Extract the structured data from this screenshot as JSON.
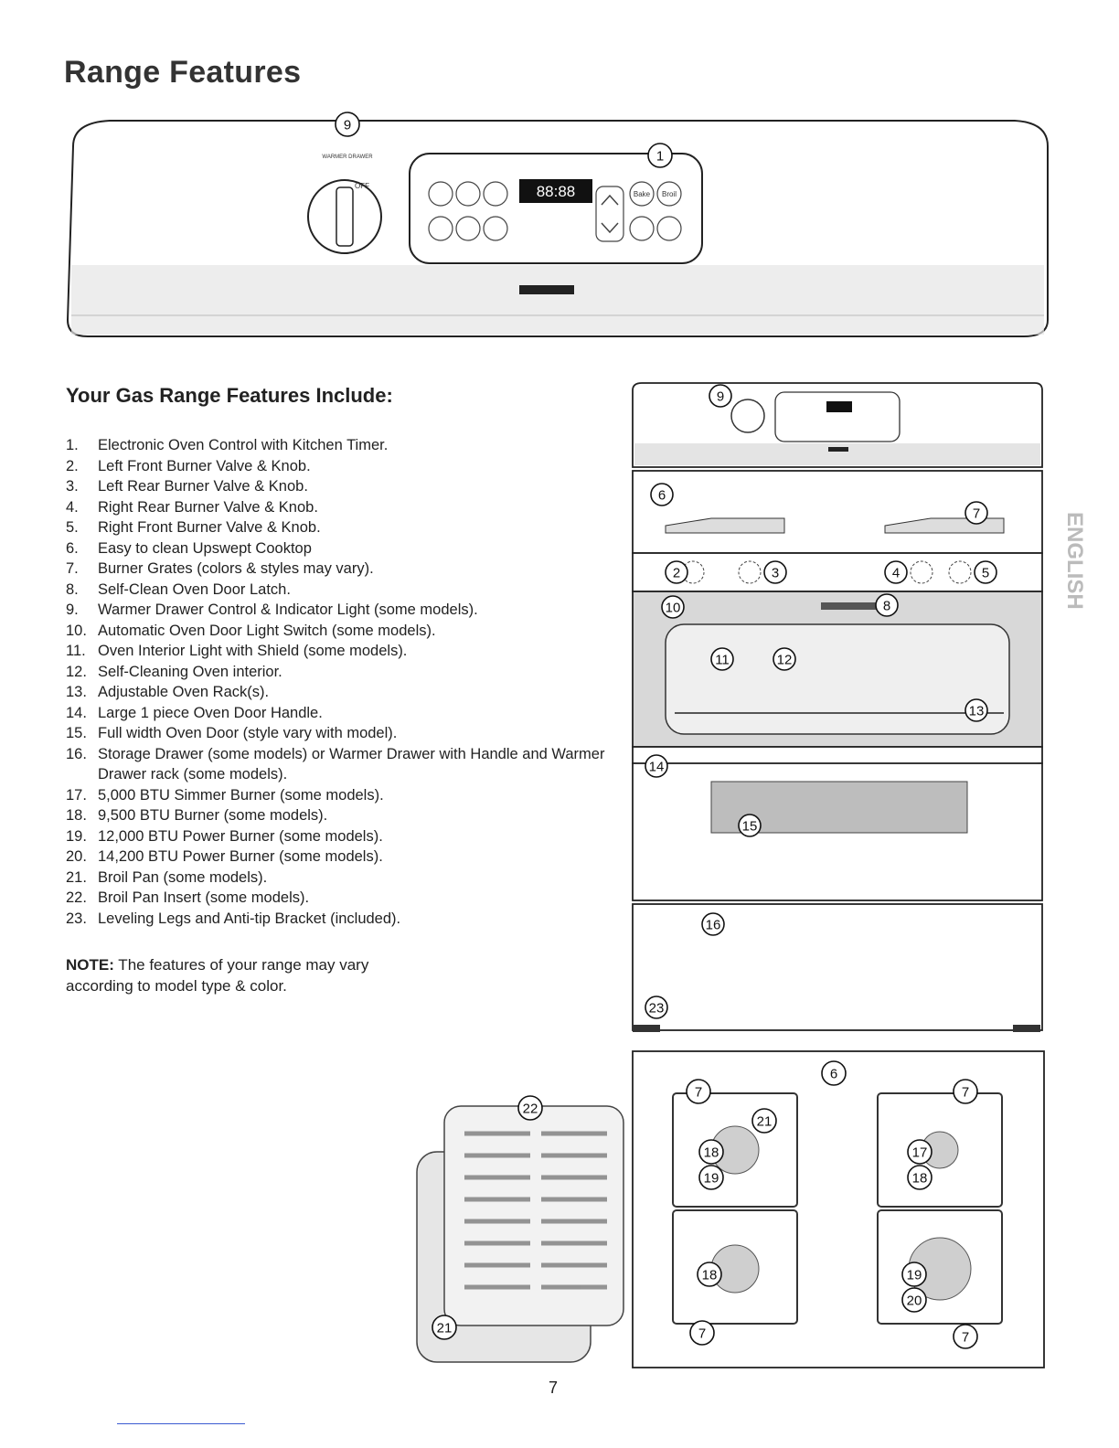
{
  "title": "Range Features",
  "section_heading": "Your Gas Range Features Include:",
  "features": [
    {
      "num": "1.",
      "text": "Electronic Oven Control with Kitchen Timer."
    },
    {
      "num": "2.",
      "text": "Left Front Burner Valve & Knob."
    },
    {
      "num": "3.",
      "text": "Left Rear Burner Valve & Knob."
    },
    {
      "num": "4.",
      "text": "Right Rear Burner Valve & Knob."
    },
    {
      "num": "5.",
      "text": "Right Front Burner Valve & Knob."
    },
    {
      "num": "6.",
      "text": "Easy to clean Upswept Cooktop"
    },
    {
      "num": "7.",
      "text": "Burner Grates (colors & styles may vary)."
    },
    {
      "num": "8.",
      "text": "Self-Clean Oven Door Latch."
    },
    {
      "num": "9.",
      "text": "Warmer Drawer Control & Indicator Light (some models)."
    },
    {
      "num": "10.",
      "text": "Automatic Oven Door Light Switch (some models)."
    },
    {
      "num": "11.",
      "text": "Oven Interior Light with Shield (some models)."
    },
    {
      "num": "12.",
      "text": "Self-Cleaning Oven interior."
    },
    {
      "num": "13.",
      "text": "Adjustable Oven Rack(s)."
    },
    {
      "num": "14.",
      "text": "Large 1 piece Oven Door Handle."
    },
    {
      "num": "15.",
      "text": "Full width Oven Door (style vary with model)."
    },
    {
      "num": "16.",
      "text": "Storage Drawer (some models) or Warmer Drawer with Handle and Warmer Drawer rack (some models)."
    },
    {
      "num": "17.",
      "text": "5,000 BTU Simmer Burner (some models)."
    },
    {
      "num": "18.",
      "text": "9,500 BTU Burner (some models)."
    },
    {
      "num": "19.",
      "text": "12,000 BTU Power Burner (some models)."
    },
    {
      "num": "20.",
      "text": "14,200 BTU Power Burner (some models)."
    },
    {
      "num": "21.",
      "text": "Broil Pan (some models)."
    },
    {
      "num": "22.",
      "text": "Broil Pan Insert (some models)."
    },
    {
      "num": "23.",
      "text": "Leveling Legs and Anti-tip Bracket (included)."
    }
  ],
  "note": {
    "label": "NOTE:",
    "text": " The features of your range may vary according to model type & color."
  },
  "page_number": "7",
  "side_label": "ENGLISH",
  "panel": {
    "drawer_label": "WARMER DRAWER",
    "knob_off": "OFF",
    "display": "88:88",
    "btn_bake": "Bake",
    "btn_broil": "Broil"
  },
  "callouts": {
    "c1": "1",
    "c2": "2",
    "c3": "3",
    "c4": "4",
    "c5": "5",
    "c6": "6",
    "c7": "7",
    "c8": "8",
    "c9": "9",
    "c10": "10",
    "c11": "11",
    "c12": "12",
    "c13": "13",
    "c14": "14",
    "c15": "15",
    "c16": "16",
    "c17": "17",
    "c18": "18",
    "c19": "19",
    "c20": "20",
    "c21": "21",
    "c22": "22",
    "c23": "23"
  }
}
